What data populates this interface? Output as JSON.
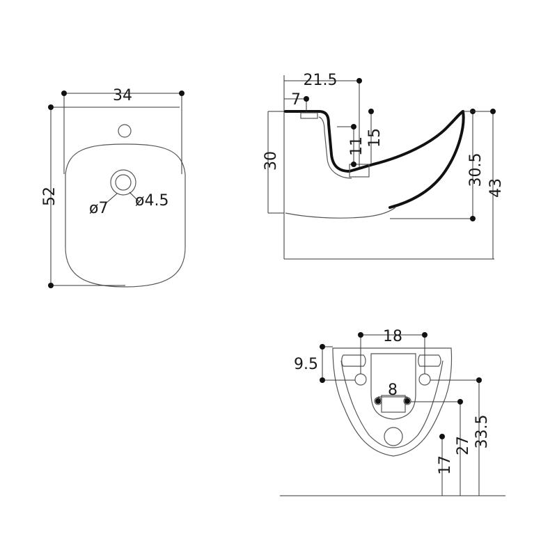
{
  "views": {
    "top": {
      "width": "34",
      "depth": "52",
      "hole_outer": "ø7",
      "hole_inner": "ø4.5"
    },
    "side": {
      "tap_offset": "21.5",
      "tap_small": "7",
      "bowl_depth": "15",
      "drain_height": "11",
      "rim_height": "30",
      "bowl_height": "30.5",
      "total_height": "43"
    },
    "rear": {
      "bolt_spacing": "18",
      "bolt_from_top": "9.5",
      "drain_spacing": "8",
      "drain_height": "17",
      "lower_bolt_height": "27",
      "upper_bolt_height": "33.5"
    }
  },
  "colors": {
    "line": "#333333",
    "heavy": "#111111",
    "text": "#1a1a1a"
  }
}
